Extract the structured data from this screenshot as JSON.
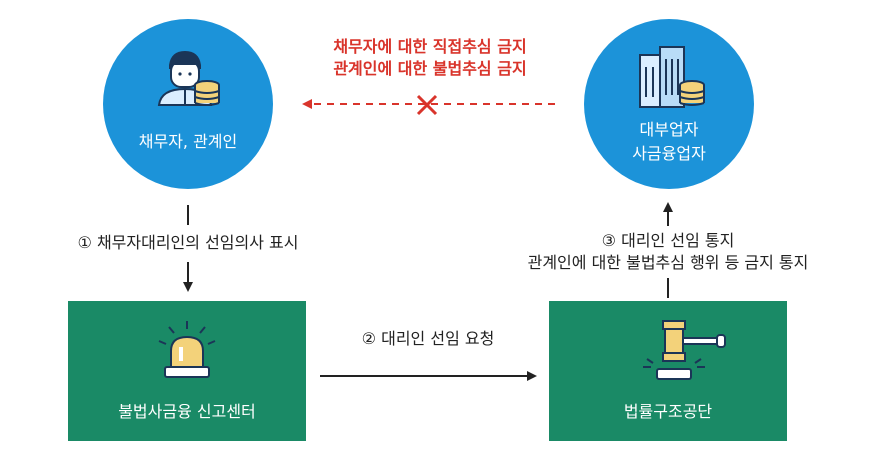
{
  "nodes": {
    "debtor": {
      "label": "채무자, 관계인",
      "icon": "debtor-person-coins-icon"
    },
    "lender": {
      "line1": "대부업자",
      "line2": "사금융업자",
      "icon": "buildings-coins-icon"
    },
    "center": {
      "label": "불법사금융 신고센터",
      "icon": "siren-lamp-icon"
    },
    "legal": {
      "label": "법률구조공단",
      "icon": "gavel-icon"
    }
  },
  "edges": {
    "prohibition": {
      "line1": "채무자에 대한 직접추심 금지",
      "line2": "관계인에 대한 불법추심 금지",
      "icon": "x-mark-icon"
    },
    "step1": "① 채무자대리인의 선임의사 표시",
    "step2": "② 대리인 선임 요청",
    "step3": {
      "line1": "③ 대리인 선임 통지",
      "line2": "관계인에 대한 불법추심 행위 등 금지 통지"
    }
  },
  "colors": {
    "circle": "#1c93d9",
    "box": "#1a8a66",
    "warning": "#d9342b",
    "icon_yellow": "#f3d27a"
  }
}
